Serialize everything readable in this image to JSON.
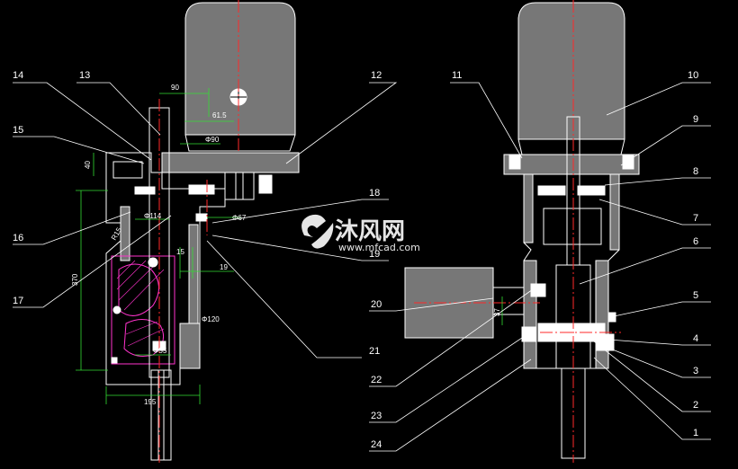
{
  "part_numbers_left": [
    "14",
    "13",
    "12",
    "15",
    "16",
    "17",
    "18",
    "19",
    "21"
  ],
  "part_numbers_right": [
    "11",
    "10",
    "9",
    "8",
    "7",
    "6",
    "5",
    "4",
    "3",
    "2",
    "1",
    "20",
    "22",
    "23",
    "24"
  ],
  "dimensions": {
    "d90": "90",
    "d61_5": "61.5",
    "d40": "40",
    "phi90": "Φ90",
    "phi114": "Φ114",
    "phi67": "Φ67",
    "d15": "15",
    "d19": "19",
    "d370": "370",
    "phi120": "Φ120",
    "phi55": "Φ55",
    "d195": "195",
    "d37": "37",
    "r15": "R15"
  },
  "watermark": {
    "text": "沐风网",
    "url": "www.mfcad.com"
  }
}
